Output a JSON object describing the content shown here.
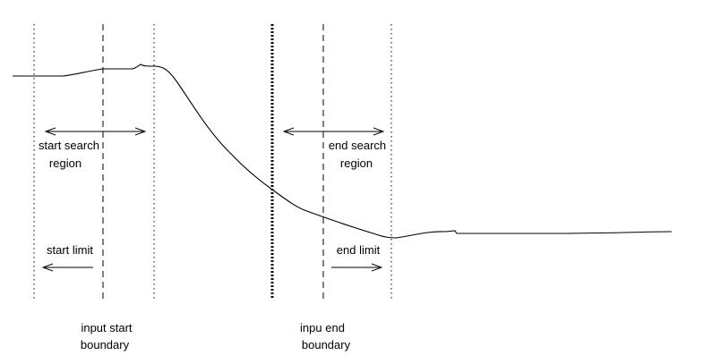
{
  "labels": {
    "start_search": [
      "start search",
      "region"
    ],
    "end_search": [
      "end search",
      "region"
    ],
    "start_limit": "start limit",
    "end_limit": "end limit",
    "input_start": [
      "input start",
      "boundary"
    ],
    "input_end": [
      "inpu end",
      "boundary"
    ]
  },
  "colors": {
    "line": "#000000",
    "background": "#ffffff"
  }
}
